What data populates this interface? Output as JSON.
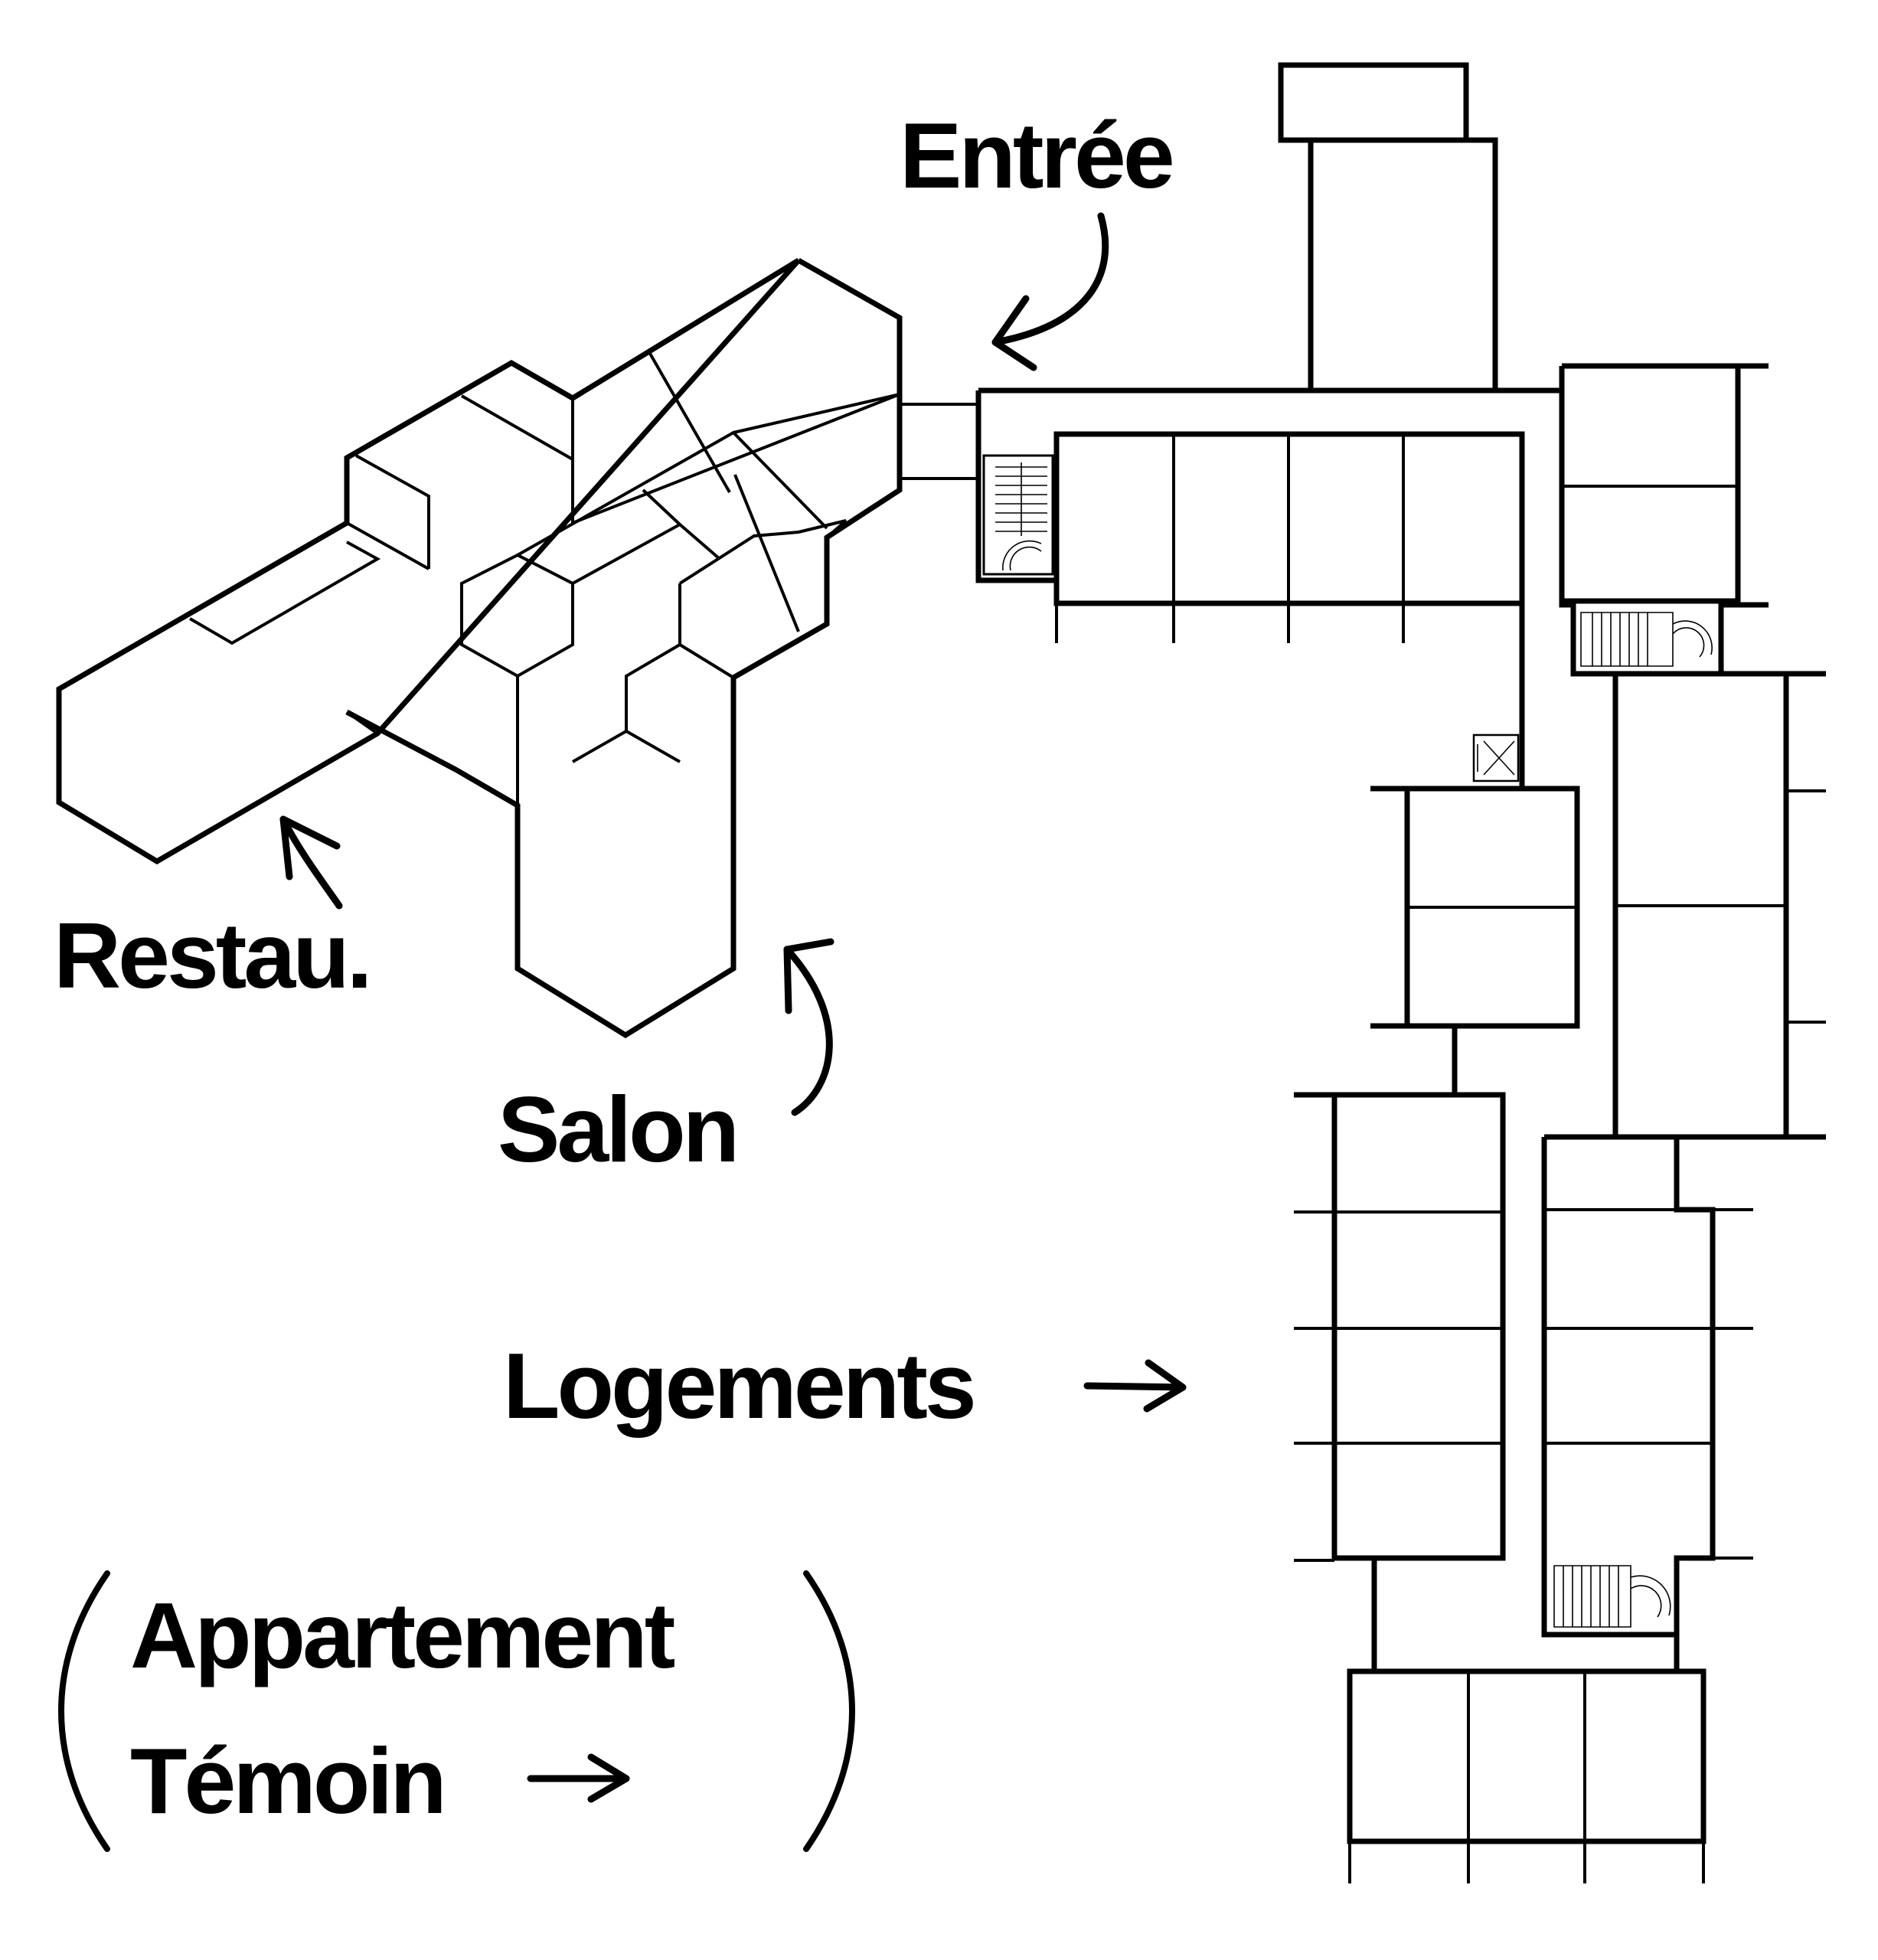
{
  "labels": {
    "entrance": "Entrée",
    "restaurant": "Restau.",
    "lounge": "Salon",
    "housing": "Logements",
    "show_apartment_line1": "Appartement",
    "show_apartment_line2": "Témoin"
  },
  "icons": {
    "arrows": "hand-drawn-arrow-icon",
    "stairs": "staircase-icon",
    "elevator": "elevator-icon"
  },
  "colors": {
    "ink": "#000000",
    "paper": "#ffffff"
  }
}
